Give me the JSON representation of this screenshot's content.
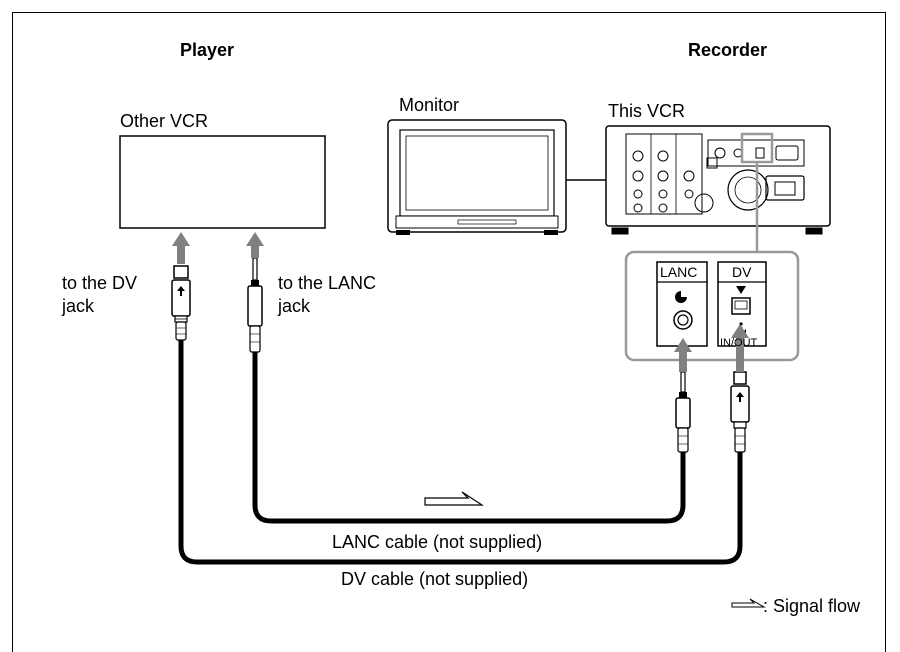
{
  "headings": {
    "player": "Player",
    "recorder": "Recorder"
  },
  "devices": {
    "other_vcr": "Other VCR",
    "monitor": "Monitor",
    "this_vcr": "This VCR"
  },
  "labels": {
    "to_dv_1": "to the DV",
    "to_dv_2": "jack",
    "to_lanc_1": "to the LANC",
    "to_lanc_2": "jack",
    "lanc_cable": "LANC cable (not supplied)",
    "dv_cable": "DV cable (not supplied)",
    "legend": ": Signal flow"
  },
  "panel": {
    "lanc": "LANC",
    "dv": "DV",
    "in_out": "IN/OUT"
  },
  "colors": {
    "line": "#000000",
    "arrow": "#808080",
    "panel_border": "#999999"
  }
}
